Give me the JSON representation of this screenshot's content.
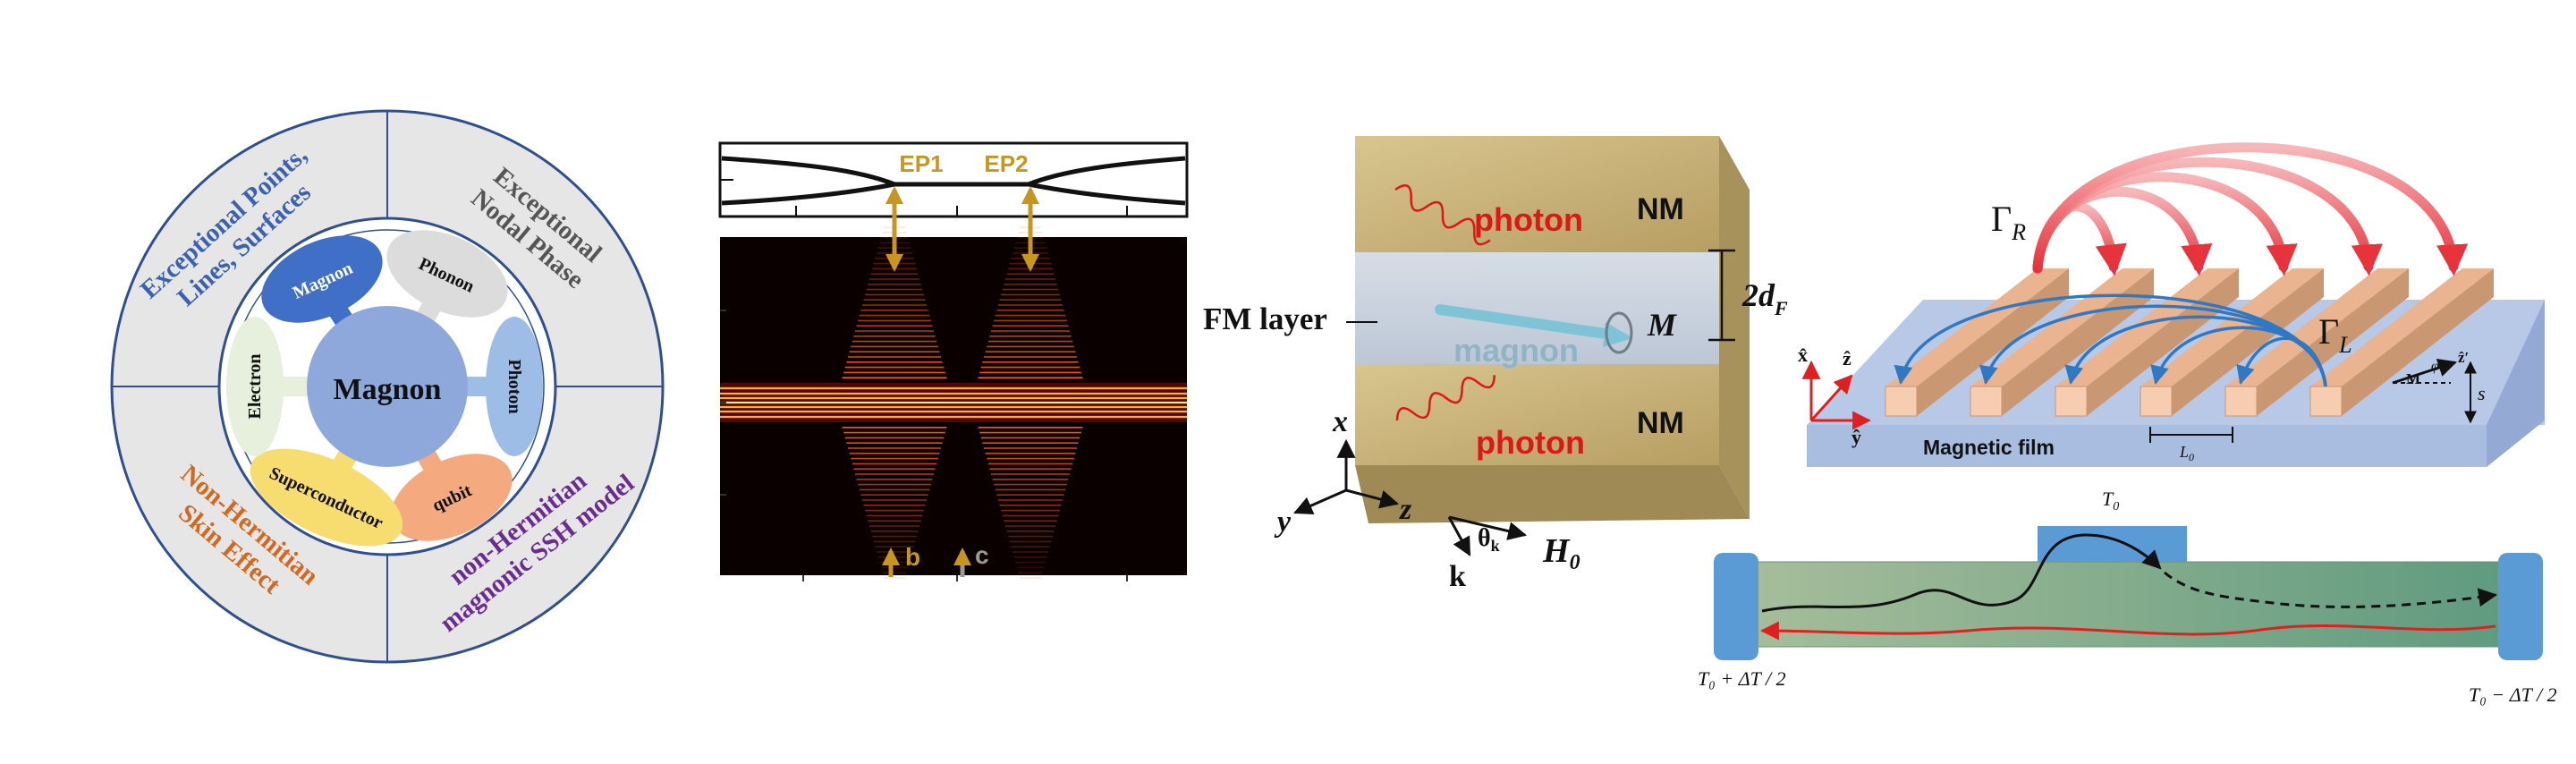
{
  "wheel": {
    "center_label": "Magnon",
    "satellites": [
      "Magnon",
      "Phonon",
      "Photon",
      "qubit",
      "Superconductor",
      "Electron"
    ],
    "quadrants": {
      "top_left": [
        "Exceptional Points,",
        "Lines, Surfaces"
      ],
      "top_right": [
        "Exceptional",
        "Nodal Phase"
      ],
      "bottom_left": [
        "Non-Hermitian",
        "Skin Effect"
      ],
      "bottom_right": [
        "non-Hermitian",
        "magnonic SSH model"
      ]
    },
    "colors": {
      "magnon": "#3f6fc7",
      "phonon": "#dcdcdc",
      "photon": "#9dbde6",
      "qubit": "#f4a97e",
      "superconductor": "#f7dc6f",
      "electron": "#e6f0dd",
      "center": "#8fa8dc",
      "ring": "#e6e6e6"
    }
  },
  "spectrum": {
    "labels": {
      "ep1": "EP1",
      "ep2": "EP2",
      "b": "b",
      "c": "c"
    },
    "colors": {
      "marker": "#c8961e",
      "marker_c": "#9a9a9a",
      "band": "#ffcc33",
      "background": "#0a0000"
    }
  },
  "cube": {
    "labels": {
      "photon_top": "photon",
      "photon_bottom": "photon",
      "nm_top": "NM",
      "nm_bottom": "NM",
      "fm_layer": "FM layer",
      "magnon": "magnon",
      "m": "M",
      "thickness": "2d",
      "thickness_sub": "F",
      "axis_x": "x",
      "axis_y": "y",
      "axis_z": "z",
      "theta": "θ",
      "theta_sub": "k",
      "k": "k",
      "h0": "H",
      "h0_sub": "0"
    },
    "colors": {
      "nm": "#c9b37a",
      "fm": "#c9d2de",
      "photon_text": "#e01515",
      "magnon_text": "#8fb5c5"
    }
  },
  "film": {
    "labels": {
      "gamma_r": "Γ",
      "gamma_r_sub": "R",
      "gamma_l": "Γ",
      "gamma_l_sub": "L",
      "x_hat": "x̂",
      "z_hat": "ẑ",
      "y_hat": "ŷ",
      "film": "Magnetic film",
      "l0": "L",
      "l0_sub": "0",
      "s": "s",
      "m": "M",
      "z_prime": "ẑ′",
      "phi": "φ"
    },
    "colors": {
      "film": "#b7c9e6",
      "strip": "#f3c7a6",
      "red_arrow": "#e8333c",
      "blue_arrow": "#2f78c4"
    }
  },
  "bar": {
    "labels": {
      "t0": "T",
      "t0_sub": "0",
      "left_temp": "T₀ + ΔT / 2",
      "right_temp": "T₀ − ΔT / 2"
    },
    "colors": {
      "bar": "#7fa689",
      "contact": "#5b9bd5",
      "red_line": "#e02020"
    }
  }
}
